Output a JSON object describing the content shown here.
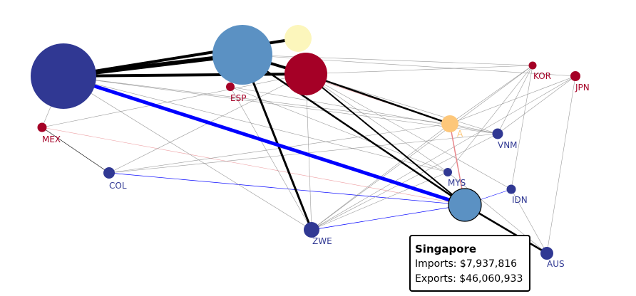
{
  "colors": {
    "dark_blue": "#303893",
    "mid_blue": "#5b91c3",
    "crimson": "#a50026",
    "light_yellow": "#fcf6bc",
    "orange_yellow": "#fdc77a",
    "highlight_blue": "#0000ff",
    "link_gray": "#808080",
    "link_black": "#000000",
    "link_red": "#e8858a"
  },
  "nodes": [
    {
      "id": "big-blue",
      "label": "",
      "color": "#303893",
      "label_color": "#303893"
    },
    {
      "id": "big-lightblue",
      "label": "",
      "color": "#5b91c3",
      "label_color": "#5b91c3"
    },
    {
      "id": "pale-yellow",
      "label": "",
      "color": "#fcf6bc",
      "label_color": "#fcf6bc"
    },
    {
      "id": "big-red",
      "label": "",
      "color": "#a50026",
      "label_color": "#a50026"
    },
    {
      "id": "ESP",
      "label": "ESP",
      "color": "#a50026",
      "label_color": "#a50026"
    },
    {
      "id": "MEX",
      "label": "MEX",
      "color": "#a50026",
      "label_color": "#a50026"
    },
    {
      "id": "COL",
      "label": "COL",
      "color": "#303893",
      "label_color": "#303893"
    },
    {
      "id": "ZWE",
      "label": "ZWE",
      "color": "#303893",
      "label_color": "#303893"
    },
    {
      "id": "KOR",
      "label": "KOR",
      "color": "#a50026",
      "label_color": "#a50026"
    },
    {
      "id": "JPN",
      "label": "JPN",
      "color": "#a50026",
      "label_color": "#a50026"
    },
    {
      "id": "orange",
      "label": "A",
      "color": "#fdc77a",
      "label_color": "#fdc77a"
    },
    {
      "id": "VNM",
      "label": "VNM",
      "color": "#303893",
      "label_color": "#303893"
    },
    {
      "id": "MYS",
      "label": "MYS",
      "color": "#303893",
      "label_color": "#303893"
    },
    {
      "id": "IDN",
      "label": "IDN",
      "color": "#303893",
      "label_color": "#303893"
    },
    {
      "id": "SGP",
      "label": "",
      "color": "#5b91c3",
      "label_color": "#5b91c3"
    },
    {
      "id": "AUS",
      "label": "AUS",
      "color": "#303893",
      "label_color": "#303893"
    }
  ],
  "links": [
    {
      "source": "big-blue",
      "target": "big-lightblue",
      "weight": 6,
      "color": "black"
    },
    {
      "source": "big-blue",
      "target": "big-red",
      "weight": 4,
      "color": "black"
    },
    {
      "source": "big-blue",
      "target": "pale-yellow",
      "weight": 4,
      "color": "black"
    },
    {
      "source": "big-lightblue",
      "target": "big-red",
      "weight": 4,
      "color": "black"
    },
    {
      "source": "big-blue",
      "target": "SGP",
      "weight": 5,
      "color": "blue",
      "highlight": true
    },
    {
      "source": "big-lightblue",
      "target": "ZWE",
      "weight": 3,
      "color": "black"
    },
    {
      "source": "big-lightblue",
      "target": "SGP",
      "weight": 2.5,
      "color": "black"
    },
    {
      "source": "big-red",
      "target": "SGP",
      "weight": 2,
      "color": "black"
    },
    {
      "source": "big-red",
      "target": "orange",
      "weight": 2.5,
      "color": "black"
    },
    {
      "source": "big-red",
      "target": "ZWE",
      "weight": 1,
      "color": "gray"
    },
    {
      "source": "SGP",
      "target": "AUS",
      "weight": 2.5,
      "color": "black"
    },
    {
      "source": "big-blue",
      "target": "MEX",
      "weight": 1,
      "color": "gray"
    },
    {
      "source": "MEX",
      "target": "COL",
      "weight": 1,
      "color": "black"
    },
    {
      "source": "COL",
      "target": "SGP",
      "weight": 0.8,
      "color": "blue"
    },
    {
      "source": "ZWE",
      "target": "SGP",
      "weight": 0.8,
      "color": "blue"
    },
    {
      "source": "SGP",
      "target": "IDN",
      "weight": 1,
      "color": "blue"
    },
    {
      "source": "MEX",
      "target": "SGP",
      "weight": 1,
      "color": "red"
    },
    {
      "source": "orange",
      "target": "SGP",
      "weight": 1.5,
      "color": "red"
    },
    {
      "source": "big-lightblue",
      "target": "orange",
      "weight": 1,
      "color": "red"
    },
    {
      "source": "big-blue",
      "target": "VNM",
      "weight": 1,
      "color": "gray"
    },
    {
      "source": "big-blue",
      "target": "orange",
      "weight": 1,
      "color": "gray"
    },
    {
      "source": "big-blue",
      "target": "MYS",
      "weight": 1,
      "color": "gray"
    },
    {
      "source": "big-blue",
      "target": "ZWE",
      "weight": 1,
      "color": "gray"
    },
    {
      "source": "big-lightblue",
      "target": "KOR",
      "weight": 1,
      "color": "gray"
    },
    {
      "source": "big-lightblue",
      "target": "JPN",
      "weight": 1,
      "color": "gray"
    },
    {
      "source": "big-lightblue",
      "target": "VNM",
      "weight": 1,
      "color": "gray"
    },
    {
      "source": "big-red",
      "target": "KOR",
      "weight": 1,
      "color": "gray"
    },
    {
      "source": "big-red",
      "target": "MYS",
      "weight": 1,
      "color": "gray"
    },
    {
      "source": "big-red",
      "target": "IDN",
      "weight": 1,
      "color": "gray"
    },
    {
      "source": "ESP",
      "target": "big-lightblue",
      "weight": 1,
      "color": "gray"
    },
    {
      "source": "ESP",
      "target": "VNM",
      "weight": 1,
      "color": "gray"
    },
    {
      "source": "ESP",
      "target": "MYS",
      "weight": 1,
      "color": "gray"
    },
    {
      "source": "ESP",
      "target": "ZWE",
      "weight": 1,
      "color": "gray"
    },
    {
      "source": "COL",
      "target": "big-red",
      "weight": 1,
      "color": "gray"
    },
    {
      "source": "COL",
      "target": "orange",
      "weight": 1,
      "color": "gray"
    },
    {
      "source": "COL",
      "target": "VNM",
      "weight": 1,
      "color": "gray"
    },
    {
      "source": "ZWE",
      "target": "orange",
      "weight": 1,
      "color": "gray"
    },
    {
      "source": "ZWE",
      "target": "VNM",
      "weight": 1,
      "color": "gray"
    },
    {
      "source": "ZWE",
      "target": "KOR",
      "weight": 1,
      "color": "gray"
    },
    {
      "source": "ZWE",
      "target": "JPN",
      "weight": 1,
      "color": "gray"
    },
    {
      "source": "ZWE",
      "target": "MYS",
      "weight": 1,
      "color": "gray"
    },
    {
      "source": "orange",
      "target": "KOR",
      "weight": 1,
      "color": "gray"
    },
    {
      "source": "orange",
      "target": "JPN",
      "weight": 1,
      "color": "gray"
    },
    {
      "source": "VNM",
      "target": "KOR",
      "weight": 1,
      "color": "gray"
    },
    {
      "source": "VNM",
      "target": "JPN",
      "weight": 1,
      "color": "gray"
    },
    {
      "source": "orange",
      "target": "VNM",
      "weight": 1,
      "color": "gray"
    },
    {
      "source": "MYS",
      "target": "KOR",
      "weight": 1,
      "color": "gray"
    },
    {
      "source": "JPN",
      "target": "AUS",
      "weight": 1,
      "color": "gray"
    },
    {
      "source": "MYS",
      "target": "AUS",
      "weight": 1,
      "color": "gray"
    },
    {
      "source": "IDN",
      "target": "KOR",
      "weight": 1,
      "color": "gray"
    },
    {
      "source": "IDN",
      "target": "AUS",
      "weight": 1,
      "color": "gray"
    },
    {
      "source": "MEX",
      "target": "big-red",
      "weight": 1,
      "color": "gray"
    }
  ],
  "tooltip": {
    "title": "Singapore",
    "imports": "Imports: $7,937,816",
    "exports": "Exports: $46,060,933"
  }
}
